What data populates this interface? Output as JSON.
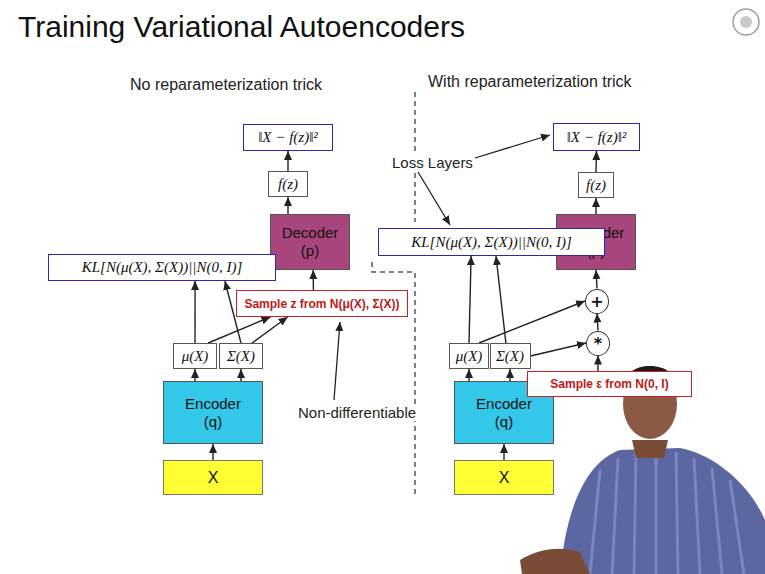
{
  "diagram": {
    "title": "Training Variational Autoencoders",
    "nodes": [
      {
        "text": [
          "‖X − f(z)‖²"
        ]
      },
      {
        "text": [
          "f(z)"
        ]
      },
      {
        "text": [
          "Decoder (p)"
        ]
      },
      {
        "text": [
          "KL[N(μ(X), Σ(X))||N(0, I)]"
        ]
      },
      {
        "text": [
          "Sample z from N(μ(X), Σ(X))"
        ]
      },
      {
        "text": [
          "μ(X)"
        ]
      },
      {
        "text": [
          "Σ(X)"
        ]
      },
      {
        "text": [
          "Encoder (q)"
        ]
      },
      {
        "text": [
          "X"
        ]
      },
      {
        "text": [
          "‖X − f(z)‖²"
        ]
      },
      {
        "text": [
          "f(z)"
        ]
      },
      {
        "text": [
          "Decoder (p)"
        ]
      },
      {
        "text": [
          "KL[N(μ(X), Σ(X))||N(0, I)]"
        ]
      },
      {
        "text": [
          "+"
        ]
      },
      {
        "text": [
          "*"
        ]
      },
      {
        "text": [
          "μ(X)"
        ]
      },
      {
        "text": [
          "Σ(X)"
        ]
      },
      {
        "text": [
          "Encoder (q)"
        ]
      },
      {
        "text": [
          "X"
        ]
      },
      {
        "text": [
          "Sample ε from N(0, I)"
        ]
      }
    ],
    "edges": [
      {
        "from": 1,
        "to": 0,
        "arrow": "to"
      },
      {
        "from": 2,
        "to": 1,
        "arrow": "to"
      },
      {
        "from": 4,
        "to": 2,
        "arrow": "to"
      },
      {
        "from": 5,
        "to": 3,
        "arrow": "to"
      },
      {
        "from": 6,
        "to": 3,
        "arrow": "to"
      },
      {
        "from": 5,
        "to": 4,
        "arrow": "to"
      },
      {
        "from": 6,
        "to": 4,
        "arrow": "to"
      },
      {
        "from": 7,
        "to": 5,
        "arrow": "to"
      },
      {
        "from": 7,
        "to": 6,
        "arrow": "to"
      },
      {
        "from": 8,
        "to": 7,
        "arrow": "to"
      },
      {
        "from": 10,
        "to": 9,
        "arrow": "to"
      },
      {
        "from": 11,
        "to": 10,
        "arrow": "to"
      },
      {
        "from": 13,
        "to": 11,
        "arrow": "to"
      },
      {
        "from": 14,
        "to": 13,
        "arrow": "to"
      },
      {
        "from": 15,
        "to": 12,
        "arrow": "to"
      },
      {
        "from": 16,
        "to": 12,
        "arrow": "to"
      },
      {
        "from": 15,
        "to": 13,
        "arrow": "to"
      },
      {
        "from": 16,
        "to": 14,
        "arrow": "to"
      },
      {
        "from": 19,
        "to": 14,
        "arrow": "to"
      },
      {
        "from": 17,
        "to": 15,
        "arrow": "to"
      },
      {
        "from": 17,
        "to": 16,
        "arrow": "to"
      },
      {
        "from": 18,
        "to": 17,
        "arrow": "to"
      }
    ],
    "labels": [
      "No reparameterization trick",
      "With reparameterization trick",
      "Non-differentiable",
      "Loss Layers"
    ]
  }
}
